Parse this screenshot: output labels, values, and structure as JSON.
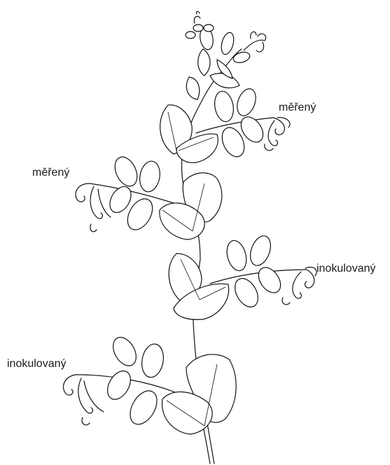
{
  "labels": {
    "measured_top": "měřený",
    "measured_left": "měřený",
    "inoculated_right": "inokulovaný",
    "inoculated_left": "inokulovaný"
  }
}
